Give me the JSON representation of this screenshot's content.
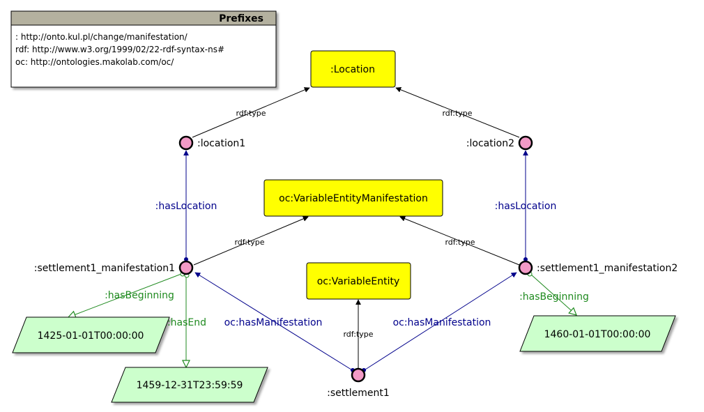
{
  "prefixes": {
    "title": "Prefixes",
    "lines": [
      ": http://onto.kul.pl/change/manifestation/",
      "rdf: http://www.w3.org/1999/02/22-rdf-syntax-ns#",
      "oc: http://ontologies.makolab.com/oc/"
    ]
  },
  "classes": {
    "location": ":Location",
    "variable_entity_manifestation": "oc:VariableEntityManifestation",
    "variable_entity": "oc:VariableEntity"
  },
  "individuals": {
    "location1": ":location1",
    "location2": ":location2",
    "manifestation1": ":settlement1_manifestation1",
    "manifestation2": ":settlement1_manifestation2",
    "settlement1": ":settlement1"
  },
  "literals": {
    "beginning1": "1425-01-01T00:00:00",
    "end1": "1459-12-31T23:59:59",
    "beginning2": "1460-01-01T00:00:00"
  },
  "edge_labels": {
    "rdf_type": "rdf:type",
    "has_location": ":hasLocation",
    "has_manifestation": "oc:hasManifestation",
    "has_beginning": ":hasBeginning",
    "has_end": ":hasEnd"
  },
  "colors": {
    "class_fill": "#ffff00",
    "individual_fill": "#f29ac6",
    "literal_fill": "#ccffcc",
    "object_property": "#00008b",
    "data_property": "#1f8a1f",
    "prefix_header": "#b4b19f"
  }
}
